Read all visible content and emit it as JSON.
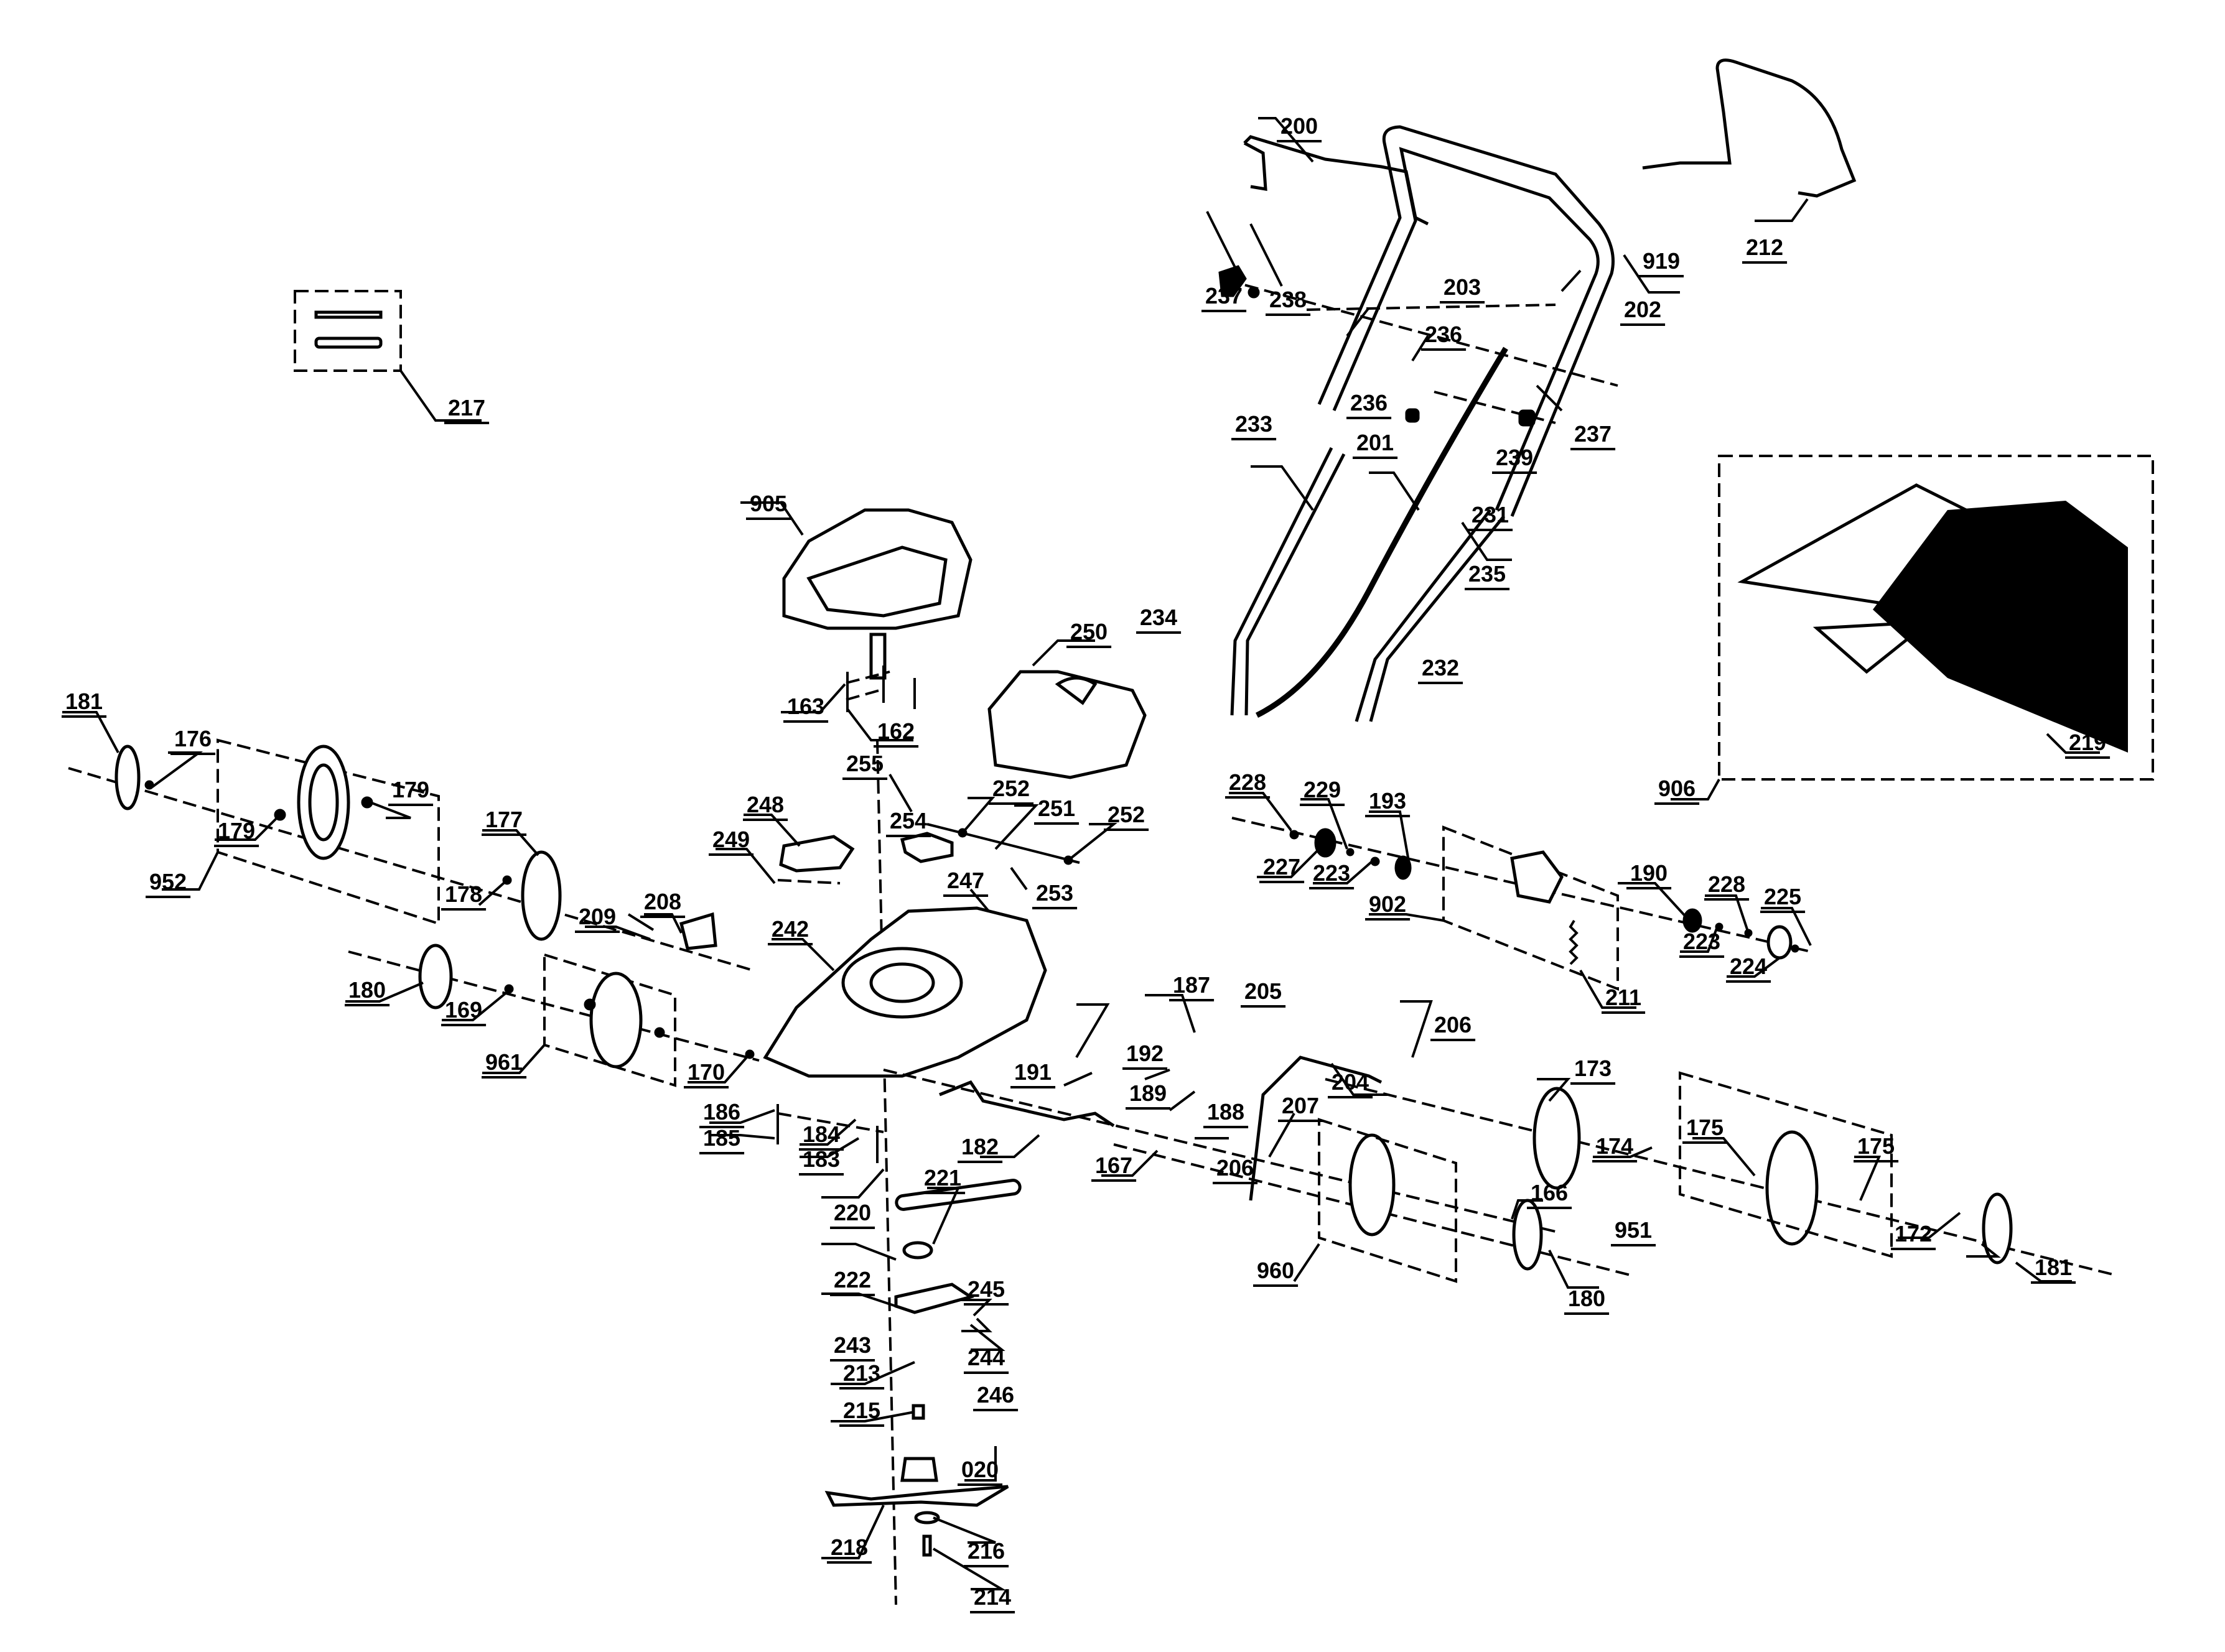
{
  "diagram": {
    "title": "Lawn mower exploded parts diagram",
    "labels": [
      {
        "id": "217",
        "text": "217"
      },
      {
        "id": "200",
        "text": "200"
      },
      {
        "id": "919",
        "text": "919"
      },
      {
        "id": "212",
        "text": "212"
      },
      {
        "id": "237a",
        "text": "237"
      },
      {
        "id": "238",
        "text": "238"
      },
      {
        "id": "203",
        "text": "203"
      },
      {
        "id": "236a",
        "text": "236"
      },
      {
        "id": "202",
        "text": "202"
      },
      {
        "id": "236b",
        "text": "236"
      },
      {
        "id": "237b",
        "text": "237"
      },
      {
        "id": "233",
        "text": "233"
      },
      {
        "id": "201",
        "text": "201"
      },
      {
        "id": "239",
        "text": "239"
      },
      {
        "id": "231",
        "text": "231"
      },
      {
        "id": "905",
        "text": "905"
      },
      {
        "id": "235",
        "text": "235"
      },
      {
        "id": "234",
        "text": "234"
      },
      {
        "id": "250",
        "text": "250"
      },
      {
        "id": "232",
        "text": "232"
      },
      {
        "id": "163",
        "text": "163"
      },
      {
        "id": "162",
        "text": "162"
      },
      {
        "id": "181a",
        "text": "181"
      },
      {
        "id": "176",
        "text": "176"
      },
      {
        "id": "179a",
        "text": "179"
      },
      {
        "id": "179b",
        "text": "179"
      },
      {
        "id": "952",
        "text": "952"
      },
      {
        "id": "255",
        "text": "255"
      },
      {
        "id": "252a",
        "text": "252"
      },
      {
        "id": "251",
        "text": "251"
      },
      {
        "id": "252b",
        "text": "252"
      },
      {
        "id": "248",
        "text": "248"
      },
      {
        "id": "254",
        "text": "254"
      },
      {
        "id": "249",
        "text": "249"
      },
      {
        "id": "253",
        "text": "253"
      },
      {
        "id": "247",
        "text": "247"
      },
      {
        "id": "177",
        "text": "177"
      },
      {
        "id": "208",
        "text": "208"
      },
      {
        "id": "178",
        "text": "178"
      },
      {
        "id": "209",
        "text": "209"
      },
      {
        "id": "242",
        "text": "242"
      },
      {
        "id": "228a",
        "text": "228"
      },
      {
        "id": "229",
        "text": "229"
      },
      {
        "id": "193",
        "text": "193"
      },
      {
        "id": "227",
        "text": "227"
      },
      {
        "id": "223a",
        "text": "223"
      },
      {
        "id": "902",
        "text": "902"
      },
      {
        "id": "190",
        "text": "190"
      },
      {
        "id": "228b",
        "text": "228"
      },
      {
        "id": "225",
        "text": "225"
      },
      {
        "id": "223b",
        "text": "223"
      },
      {
        "id": "224",
        "text": "224"
      },
      {
        "id": "211",
        "text": "211"
      },
      {
        "id": "906",
        "text": "906"
      },
      {
        "id": "219",
        "text": "219"
      },
      {
        "id": "180a",
        "text": "180"
      },
      {
        "id": "169",
        "text": "169"
      },
      {
        "id": "961",
        "text": "961"
      },
      {
        "id": "170",
        "text": "170"
      },
      {
        "id": "187",
        "text": "187"
      },
      {
        "id": "205",
        "text": "205"
      },
      {
        "id": "206a",
        "text": "206"
      },
      {
        "id": "192",
        "text": "192"
      },
      {
        "id": "191",
        "text": "191"
      },
      {
        "id": "204",
        "text": "204"
      },
      {
        "id": "189",
        "text": "189"
      },
      {
        "id": "188",
        "text": "188"
      },
      {
        "id": "207",
        "text": "207"
      },
      {
        "id": "173",
        "text": "173"
      },
      {
        "id": "174",
        "text": "174"
      },
      {
        "id": "175a",
        "text": "175"
      },
      {
        "id": "175b",
        "text": "175"
      },
      {
        "id": "186",
        "text": "186"
      },
      {
        "id": "185",
        "text": "185"
      },
      {
        "id": "184",
        "text": "184"
      },
      {
        "id": "183",
        "text": "183"
      },
      {
        "id": "182",
        "text": "182"
      },
      {
        "id": "167",
        "text": "167"
      },
      {
        "id": "206b",
        "text": "206"
      },
      {
        "id": "220",
        "text": "220"
      },
      {
        "id": "221",
        "text": "221"
      },
      {
        "id": "166",
        "text": "166"
      },
      {
        "id": "951",
        "text": "951"
      },
      {
        "id": "172",
        "text": "172"
      },
      {
        "id": "181b",
        "text": "181"
      },
      {
        "id": "222",
        "text": "222"
      },
      {
        "id": "960",
        "text": "960"
      },
      {
        "id": "180b",
        "text": "180"
      },
      {
        "id": "245",
        "text": "245"
      },
      {
        "id": "243",
        "text": "243"
      },
      {
        "id": "244",
        "text": "244"
      },
      {
        "id": "213",
        "text": "213"
      },
      {
        "id": "246",
        "text": "246"
      },
      {
        "id": "215",
        "text": "215"
      },
      {
        "id": "020",
        "text": "020"
      },
      {
        "id": "218",
        "text": "218"
      },
      {
        "id": "216",
        "text": "216"
      },
      {
        "id": "214",
        "text": "214"
      }
    ]
  }
}
